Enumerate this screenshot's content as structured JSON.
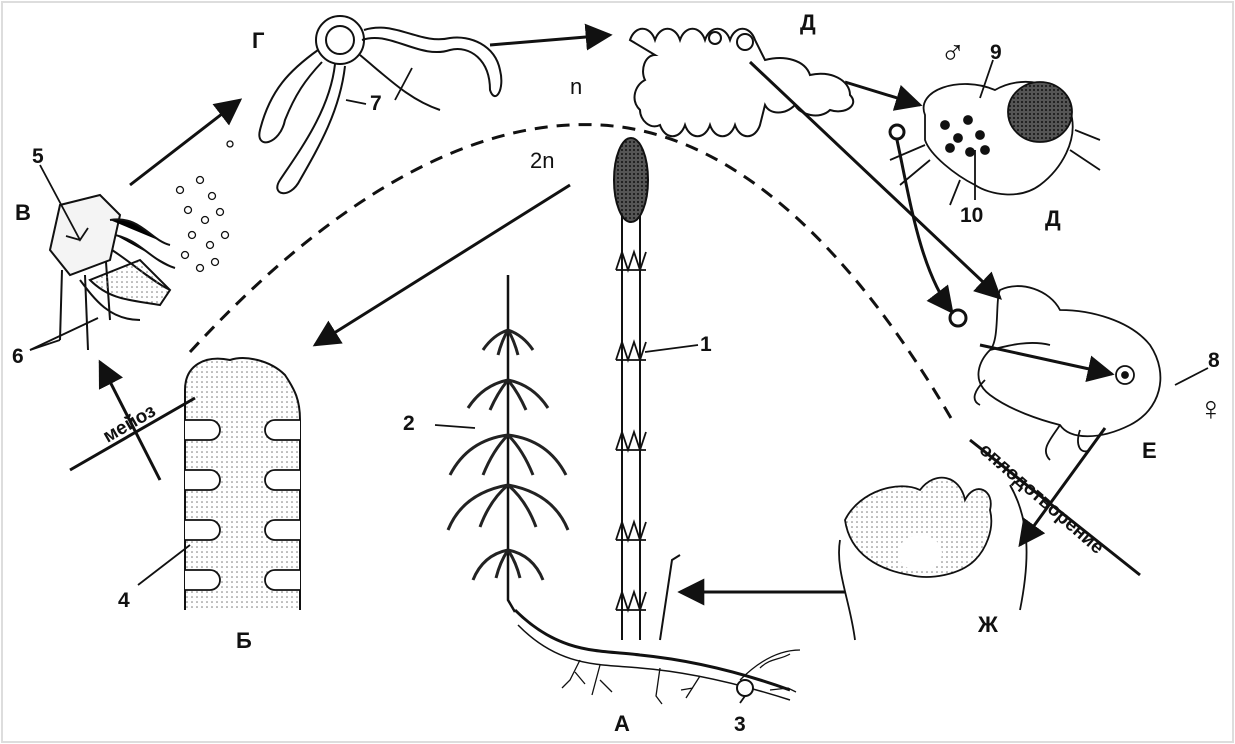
{
  "stage_labels": {
    "A": "А",
    "B": "Б",
    "V": "В",
    "G": "Г",
    "D_top": "Д",
    "D_right": "Д",
    "E": "Е",
    "Zh": "Ж"
  },
  "part_numbers": {
    "n1": "1",
    "n2": "2",
    "n3": "3",
    "n4": "4",
    "n5": "5",
    "n6": "6",
    "n7": "7",
    "n8": "8",
    "n9": "9",
    "n10": "10"
  },
  "ploidy": {
    "haploid": "n",
    "diploid": "2n"
  },
  "processes": {
    "meiosis": "мейоз",
    "fertilization": "оплодотворение"
  },
  "symbols": {
    "male": "♂",
    "female": "♀"
  }
}
